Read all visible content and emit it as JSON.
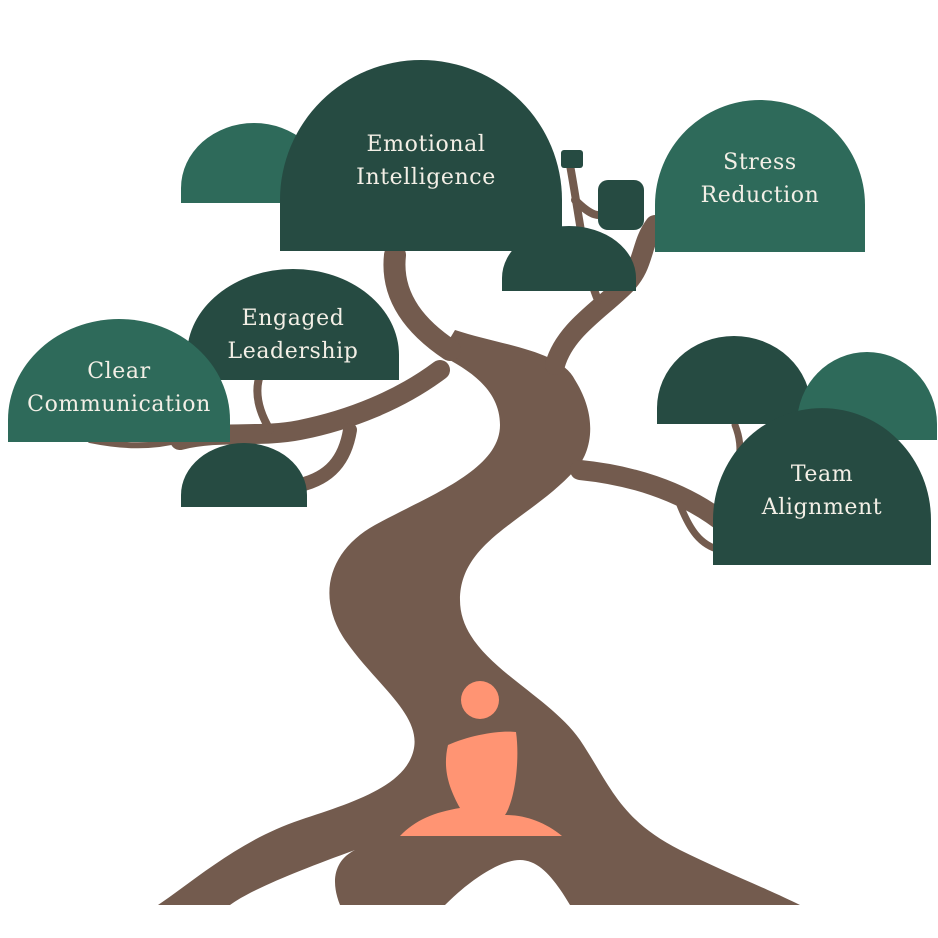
{
  "colors": {
    "trunk": "#735b4e",
    "leaf_dark": "#264b42",
    "leaf_medium": "#2e6a5a",
    "figure": "#ff9473",
    "label_text": "#f3efe6",
    "background": "#ffffff"
  },
  "figure": {
    "icon": "meditating-person-icon"
  },
  "leaves": {
    "emotional_intelligence": {
      "line1": "Emotional",
      "line2": "Intelligence"
    },
    "stress_reduction": {
      "line1": "Stress",
      "line2": "Reduction"
    },
    "engaged_leadership": {
      "line1": "Engaged",
      "line2": "Leadership"
    },
    "clear_communication": {
      "line1": "Clear",
      "line2": "Communication"
    },
    "team_alignment": {
      "line1": "Team",
      "line2": "Alignment"
    }
  }
}
